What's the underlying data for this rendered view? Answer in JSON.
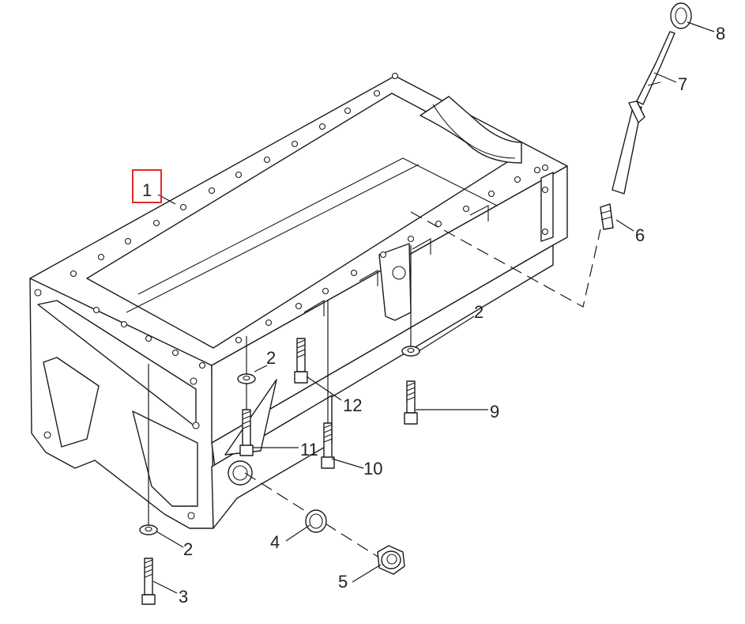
{
  "callouts": {
    "c1": "1",
    "c2a": "2",
    "c2b": "2",
    "c2c": "2",
    "c3": "3",
    "c4": "4",
    "c5": "5",
    "c6": "6",
    "c7": "7",
    "c8": "8",
    "c9": "9",
    "c10": "10",
    "c11": "11",
    "c12": "12"
  },
  "highlight_color": "#e32b2b"
}
